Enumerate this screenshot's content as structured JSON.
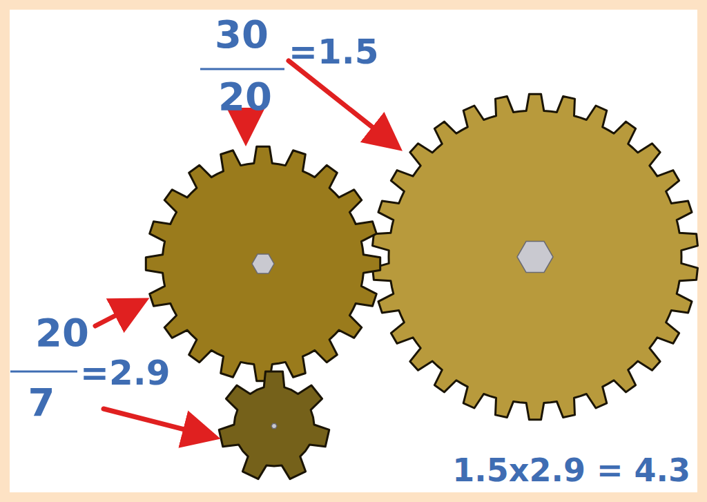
{
  "diagram": {
    "labels": [
      "30",
      "20",
      "=1.5",
      "20",
      "7",
      "=2.9",
      "1.5x2.9 = 4.3"
    ]
  }
}
